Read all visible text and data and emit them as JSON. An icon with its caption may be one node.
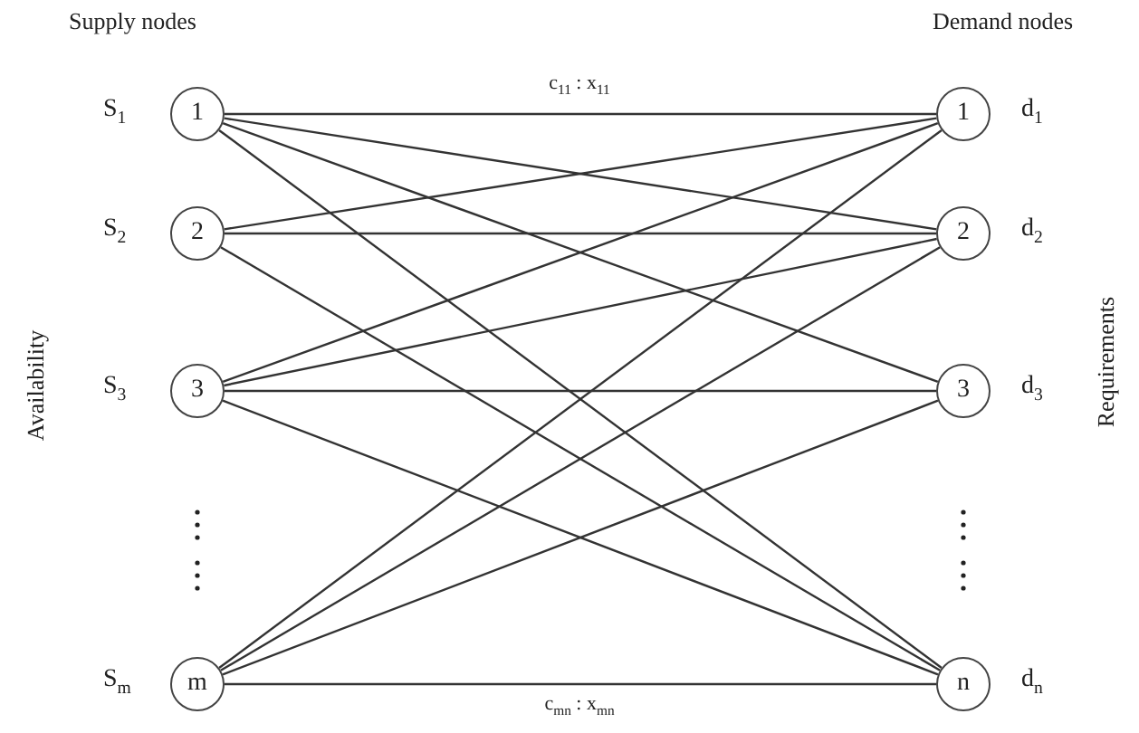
{
  "diagram": {
    "nodes": [
      {
        "text": [
          "1"
        ],
        "beside": [
          "S$_{1}$"
        ]
      },
      {
        "text": [
          "2"
        ],
        "beside": [
          "S$_{2}$"
        ]
      },
      {
        "text": [
          "3"
        ],
        "beside": [
          "S$_{3}$"
        ]
      },
      {
        "text": [
          "m"
        ],
        "beside": [
          "S$_{m}$"
        ]
      },
      {
        "text": [
          "1"
        ],
        "beside": [
          "d$_{1}$"
        ]
      },
      {
        "text": [
          "2"
        ],
        "beside": [
          "d$_{2}$"
        ]
      },
      {
        "text": [
          "3"
        ],
        "beside": [
          "d$_{3}$"
        ]
      },
      {
        "text": [
          "n"
        ],
        "beside": [
          "d$_{n}$"
        ]
      }
    ],
    "edges": [
      {
        "from": 0,
        "to": 4,
        "arrow": "none",
        "label": "c$_{11}$ : x$_{11}$"
      },
      {
        "from": 0,
        "to": 5,
        "arrow": "none"
      },
      {
        "from": 0,
        "to": 6,
        "arrow": "none"
      },
      {
        "from": 0,
        "to": 7,
        "arrow": "none"
      },
      {
        "from": 1,
        "to": 4,
        "arrow": "none"
      },
      {
        "from": 1,
        "to": 5,
        "arrow": "none"
      },
      {
        "from": 1,
        "to": 7,
        "arrow": "none"
      },
      {
        "from": 2,
        "to": 4,
        "arrow": "none"
      },
      {
        "from": 2,
        "to": 5,
        "arrow": "none"
      },
      {
        "from": 2,
        "to": 6,
        "arrow": "none"
      },
      {
        "from": 2,
        "to": 7,
        "arrow": "none"
      },
      {
        "from": 3,
        "to": 4,
        "arrow": "none"
      },
      {
        "from": 3,
        "to": 5,
        "arrow": "none"
      },
      {
        "from": 3,
        "to": 6,
        "arrow": "none"
      },
      {
        "from": 3,
        "to": 7,
        "arrow": "none",
        "label": "c$_{mn}$ : x$_{mn}$"
      }
    ],
    "labels": [
      "Supply nodes",
      "Demand nodes",
      "Availability",
      "Requirements"
    ]
  }
}
